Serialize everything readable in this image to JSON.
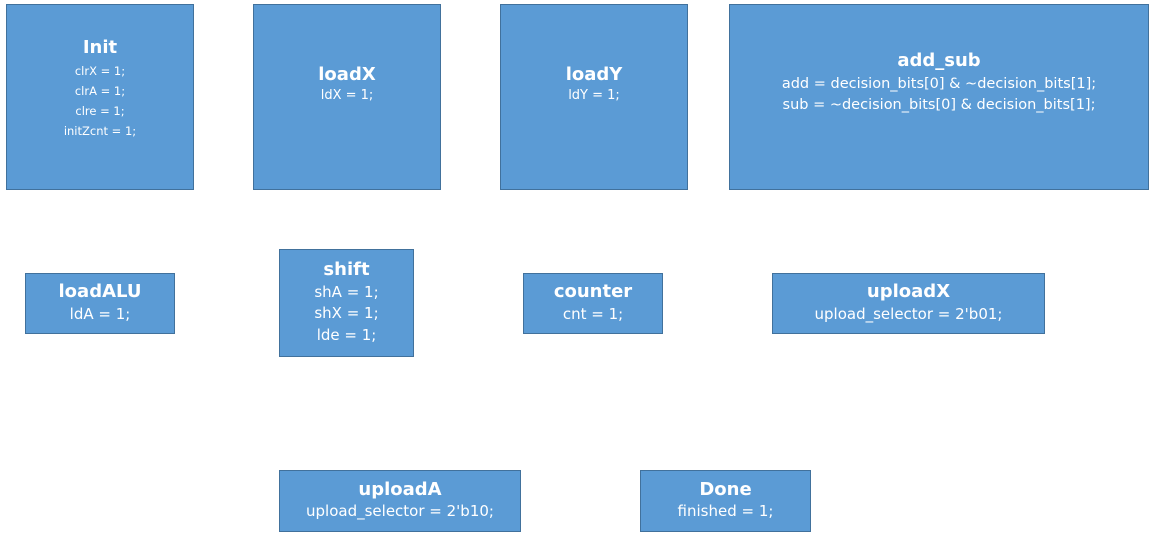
{
  "states": {
    "init": {
      "title": "Init",
      "lines": [
        "clrX = 1;",
        "clrA = 1;",
        "clre = 1;",
        "initZcnt = 1;"
      ]
    },
    "loadX": {
      "title": "loadX",
      "lines": [
        "ldX = 1;"
      ]
    },
    "loadY": {
      "title": "loadY",
      "lines": [
        "ldY = 1;"
      ]
    },
    "add_sub": {
      "title": "add_sub",
      "lines": [
        "add = decision_bits[0] & ~decision_bits[1];",
        "sub = ~decision_bits[0] & decision_bits[1];"
      ]
    },
    "loadALU": {
      "title": "loadALU",
      "lines": [
        "ldA = 1;"
      ]
    },
    "shift": {
      "title": "shift",
      "lines": [
        "shA = 1;",
        "shX = 1;",
        "lde = 1;"
      ]
    },
    "counter": {
      "title": "counter",
      "lines": [
        "cnt = 1;"
      ]
    },
    "uploadX": {
      "title": "uploadX",
      "lines": [
        "upload_selector = 2'b01;"
      ]
    },
    "uploadA": {
      "title": "uploadA",
      "lines": [
        "upload_selector = 2'b10;"
      ]
    },
    "done": {
      "title": "Done",
      "lines": [
        "finished = 1;"
      ]
    }
  },
  "colors": {
    "box_fill": "#5b9bd5",
    "box_border": "#41719c",
    "text": "#ffffff"
  }
}
